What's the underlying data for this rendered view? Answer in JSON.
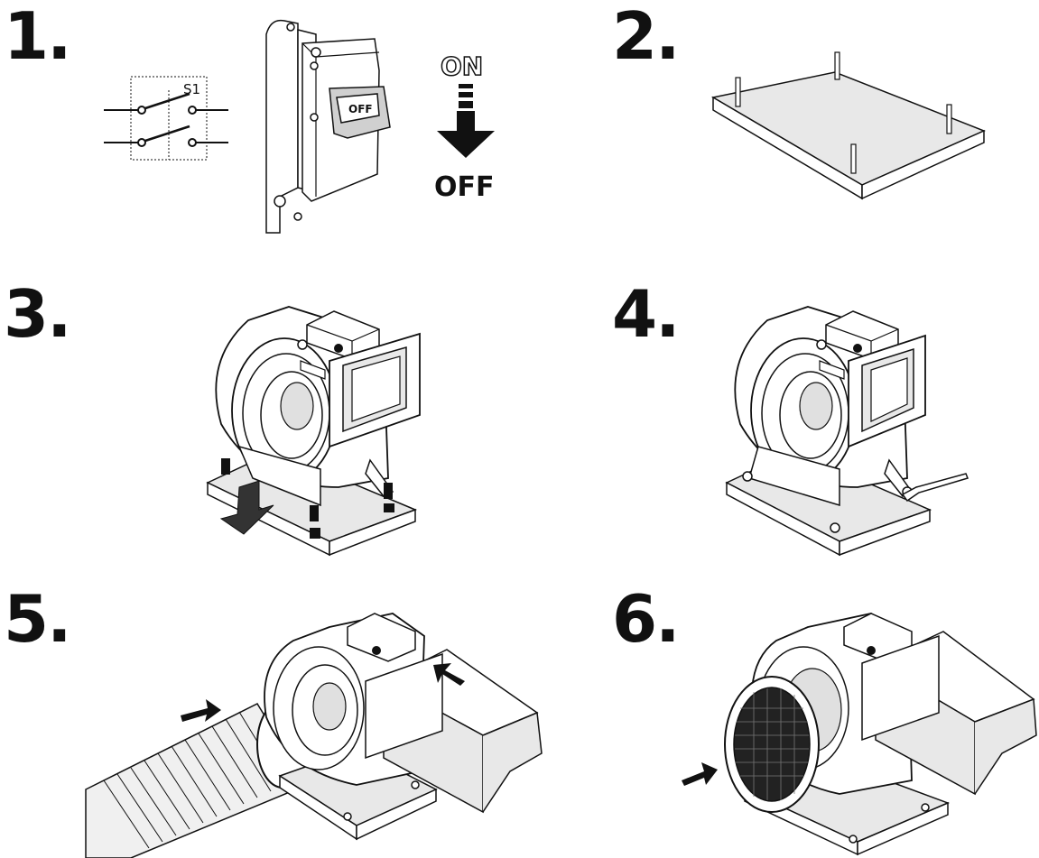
{
  "steps": [
    {
      "number": "1."
    },
    {
      "number": "2."
    },
    {
      "number": "3."
    },
    {
      "number": "4."
    },
    {
      "number": "5."
    },
    {
      "number": "6."
    }
  ],
  "step1": {
    "switch_label": "S1",
    "breaker_label": "OFF",
    "on_text": "ON",
    "off_text": "OFF"
  },
  "colors": {
    "ink": "#111111",
    "plate": "#e8e8e8",
    "housing": "#ffffff",
    "shade": "#d0d0d0"
  },
  "icons": [
    "switch-schematic-icon",
    "circuit-breaker-icon",
    "down-arrow-icon",
    "base-plate-icon",
    "blower-fan-icon",
    "flex-hose-icon",
    "duct-icon",
    "inlet-grille-icon",
    "push-arrow-icon"
  ]
}
